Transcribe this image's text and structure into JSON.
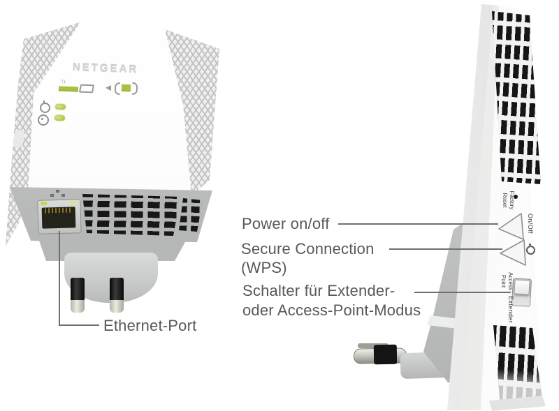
{
  "figure": {
    "kind": "hardware annotation diagram"
  },
  "front_device": {
    "brand_logo": "NETGEAR",
    "client_arrows_glyph": "↑↓",
    "status_icons": [
      "client-link-led-icon",
      "client-device-icon",
      "router-link-led-icon"
    ],
    "indicator_icons": [
      "power-icon",
      "wps-icon"
    ]
  },
  "side_device": {
    "factory_reset_label_line1": "Factory",
    "factory_reset_label_line2": "Reset",
    "on_off_label": "On/Off",
    "access_point_label_line1": "Access",
    "access_point_label_line2": "Point",
    "extender_label": "Extender"
  },
  "callouts": {
    "power_label": "Power on/off",
    "secure_label_line1": "Secure Connection",
    "secure_label_line2": "(WPS)",
    "mode_label_line1": "Schalter für Extender-",
    "mode_label_line2": "oder Access-Point-Modus",
    "ethernet_label": "Ethernet-Port"
  },
  "colors": {
    "background": "#ffffff",
    "label_text": "#57585a",
    "leader_line": "#6f6f6f",
    "led_green": "#a6c23e",
    "vent_slot_black": "#161616",
    "device_body_gray": "#c5c7c6"
  }
}
